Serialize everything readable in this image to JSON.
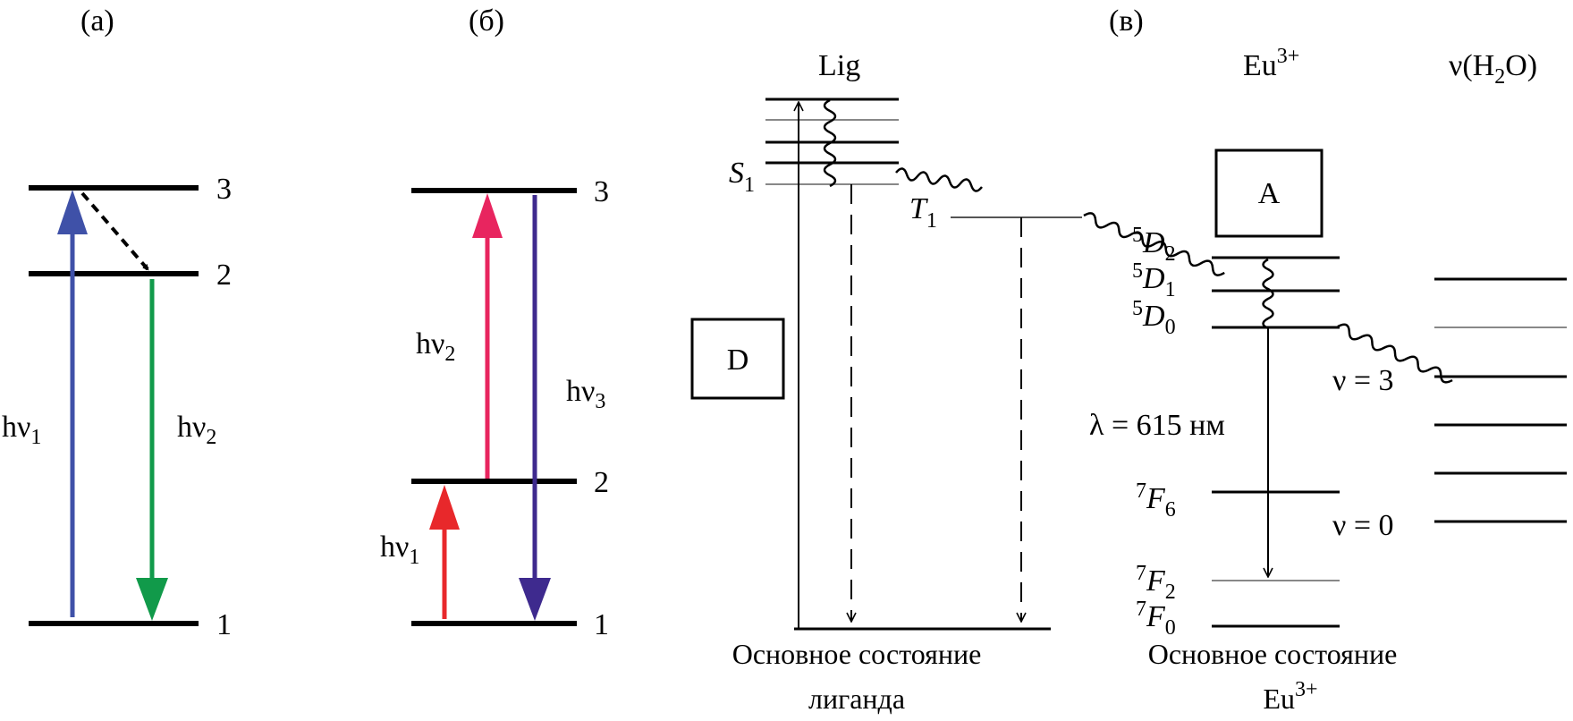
{
  "panels": {
    "a": {
      "title": "(а)",
      "levels": [
        "1",
        "2",
        "3"
      ],
      "absorption_label": "hν",
      "absorption_sub": "1",
      "emission_label": "hν",
      "emission_sub": "2"
    },
    "b": {
      "title": "(б)",
      "levels": [
        "1",
        "2",
        "3"
      ],
      "step1_label": "hν",
      "step1_sub": "1",
      "step2_label": "hν",
      "step2_sub": "2",
      "emission_label": "hν",
      "emission_sub": "3"
    },
    "c": {
      "title": "(в)",
      "ligand": {
        "header": "Lig",
        "singlet_letter": "S",
        "singlet_sub": "1",
        "triplet_letter": "T",
        "triplet_sub": "1",
        "box_label": "D",
        "ground_line1": "Основное состояние",
        "ground_line2": "лиганда"
      },
      "europium": {
        "header_base": "Eu",
        "header_sup": "3+",
        "box_label": "A",
        "levels": [
          {
            "sup": "5",
            "letter": "D",
            "sub": "2"
          },
          {
            "sup": "5",
            "letter": "D",
            "sub": "1"
          },
          {
            "sup": "5",
            "letter": "D",
            "sub": "0"
          },
          {
            "sup": "7",
            "letter": "F",
            "sub": "6"
          },
          {
            "sup": "7",
            "letter": "F",
            "sub": "2"
          },
          {
            "sup": "7",
            "letter": "F",
            "sub": "0"
          }
        ],
        "emission_label": "λ = 615 нм",
        "ground_line1": "Основное состояние",
        "ground_base": "Eu",
        "ground_sup": "3+"
      },
      "water": {
        "header_pre": "ν(H",
        "header_sub": "2",
        "header_post": "O)",
        "v3_label": "ν = 3",
        "v0_label": "ν = 0"
      }
    }
  },
  "colors": {
    "absorption_blue": "#3f51a8",
    "emission_green": "#119a4a",
    "step1_red": "#e8282b",
    "step2_pink": "#e8255f",
    "emission_purple": "#3e2a8e",
    "line_black": "#000000",
    "line_gray": "#888888"
  }
}
